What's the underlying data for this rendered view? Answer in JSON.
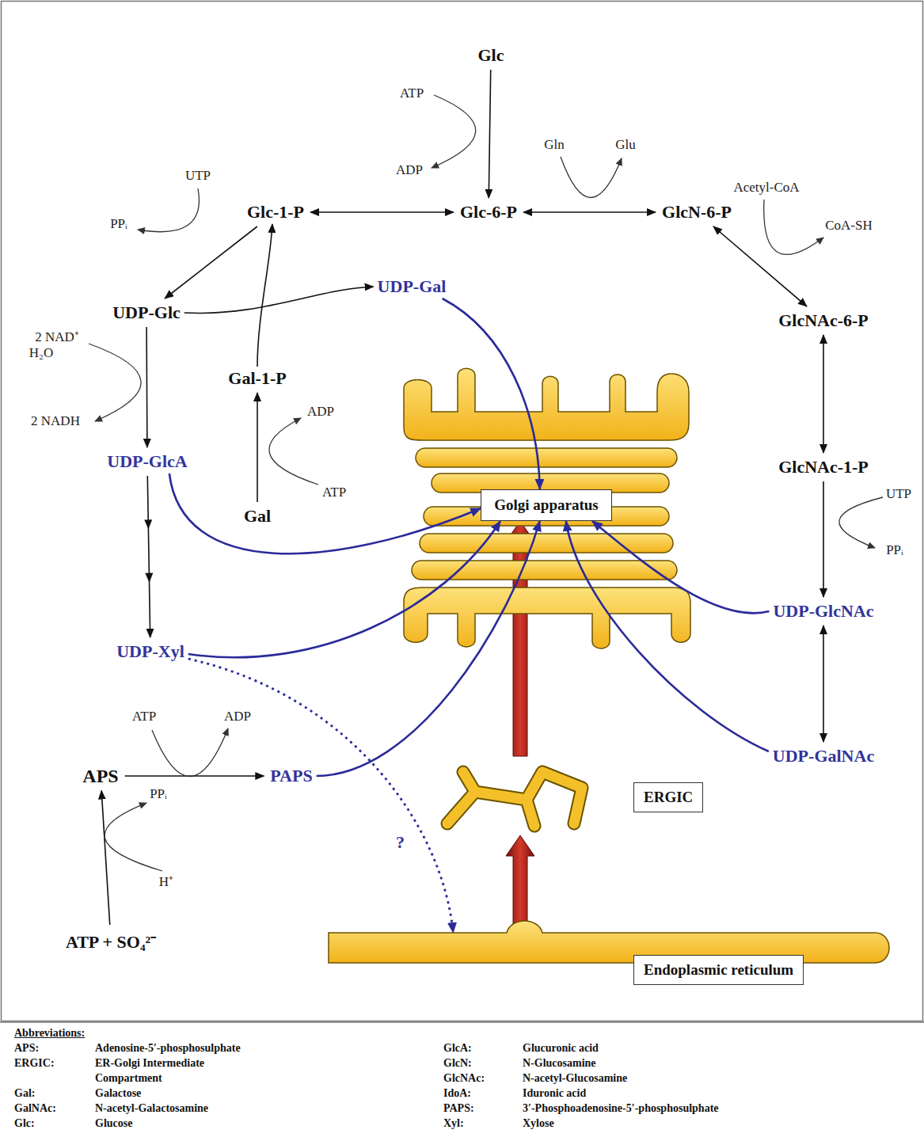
{
  "diagram": {
    "nodes": [
      {
        "text": [
          "Glc"
        ]
      },
      {
        "text": [
          "Glc-1-P"
        ]
      },
      {
        "text": [
          "Glc-6-P"
        ]
      },
      {
        "text": [
          "GlcN-6-P"
        ]
      },
      {
        "text": [
          "UDP-Glc"
        ]
      },
      {
        "text": [
          "UDP-Gal"
        ]
      },
      {
        "text": [
          "GlcNAc-6-P"
        ]
      },
      {
        "text": [
          "Gal-1-P"
        ]
      },
      {
        "text": [
          "UDP-GlcA"
        ]
      },
      {
        "text": [
          "Gal"
        ]
      },
      {
        "text": [
          "Golgi apparatus"
        ]
      },
      {
        "text": [
          "GlcNAc-1-P"
        ]
      },
      {
        "text": [
          "UDP-GlcNAc"
        ]
      },
      {
        "text": [
          "UDP-Xyl"
        ]
      },
      {
        "text": [
          "APS"
        ]
      },
      {
        "text": [
          "PAPS"
        ]
      },
      {
        "text": [
          "UDP-GalNAc"
        ]
      },
      {
        "text": [
          "ERGIC"
        ]
      },
      {
        "text": [
          "ATP + SO₄²⁻"
        ]
      },
      {
        "text": [
          "Endoplasmic reticulum"
        ]
      }
    ],
    "edges": [
      {
        "from": 0,
        "to": 2,
        "arrow": "to"
      },
      {
        "from": 1,
        "to": 2,
        "arrow": "both"
      },
      {
        "from": 2,
        "to": 3,
        "arrow": "both"
      },
      {
        "from": 3,
        "to": 6,
        "arrow": "both"
      },
      {
        "from": 1,
        "to": 4,
        "arrow": "to"
      },
      {
        "from": 4,
        "to": 5,
        "arrow": "to"
      },
      {
        "from": 7,
        "to": 1,
        "arrow": "to"
      },
      {
        "from": 9,
        "to": 7,
        "arrow": "to"
      },
      {
        "from": 4,
        "to": 8,
        "arrow": "to"
      },
      {
        "from": 8,
        "to": 13,
        "arrow": "to"
      },
      {
        "from": 6,
        "to": 11,
        "arrow": "both"
      },
      {
        "from": 11,
        "to": 12,
        "arrow": "to"
      },
      {
        "from": 12,
        "to": 16,
        "arrow": "both"
      },
      {
        "from": 18,
        "to": 14,
        "arrow": "to"
      },
      {
        "from": 14,
        "to": 15,
        "arrow": "to"
      },
      {
        "from": 5,
        "to": 10,
        "arrow": "to"
      },
      {
        "from": 8,
        "to": 10,
        "arrow": "to"
      },
      {
        "from": 13,
        "to": 10,
        "arrow": "to"
      },
      {
        "from": 15,
        "to": 10,
        "arrow": "to"
      },
      {
        "from": 12,
        "to": 10,
        "arrow": "to"
      },
      {
        "from": 16,
        "to": 10,
        "arrow": "to"
      },
      {
        "from": 13,
        "to": 19,
        "arrow": "to",
        "label": "?"
      },
      {
        "from": 19,
        "to": 17,
        "arrow": "to"
      },
      {
        "from": 17,
        "to": 10,
        "arrow": "to"
      }
    ],
    "labels": [
      "ATP",
      "ADP",
      "Gln",
      "Glu",
      "Acetyl-CoA",
      "CoA-SH",
      "UTP",
      "PPᵢ",
      "2 NAD⁺",
      "H₂O",
      "2 NADH",
      "ADP",
      "ATP",
      "UTP",
      "PPᵢ",
      "ATP",
      "ADP",
      "PPᵢ",
      "H⁺",
      "Abbreviations:",
      "APS:",
      "Adenosine-5′-phosphosulphate",
      "ERGIC:",
      "ER-Golgi Intermediate Compartment",
      "Gal:",
      "Galactose",
      "GalNAc:",
      "N-acetyl-Galactosamine",
      "Glc:",
      "Glucose",
      "GlcA:",
      "Glucuronic acid",
      "GlcN:",
      "N-Glucosamine",
      "GlcNAc:",
      "N-acetyl-Glucosamine",
      "IdoA:",
      "Iduronic acid",
      "PAPS:",
      "3′-Phosphoadenosine-5′-phosphosulphate",
      "Xyl:",
      "Xylose"
    ]
  }
}
